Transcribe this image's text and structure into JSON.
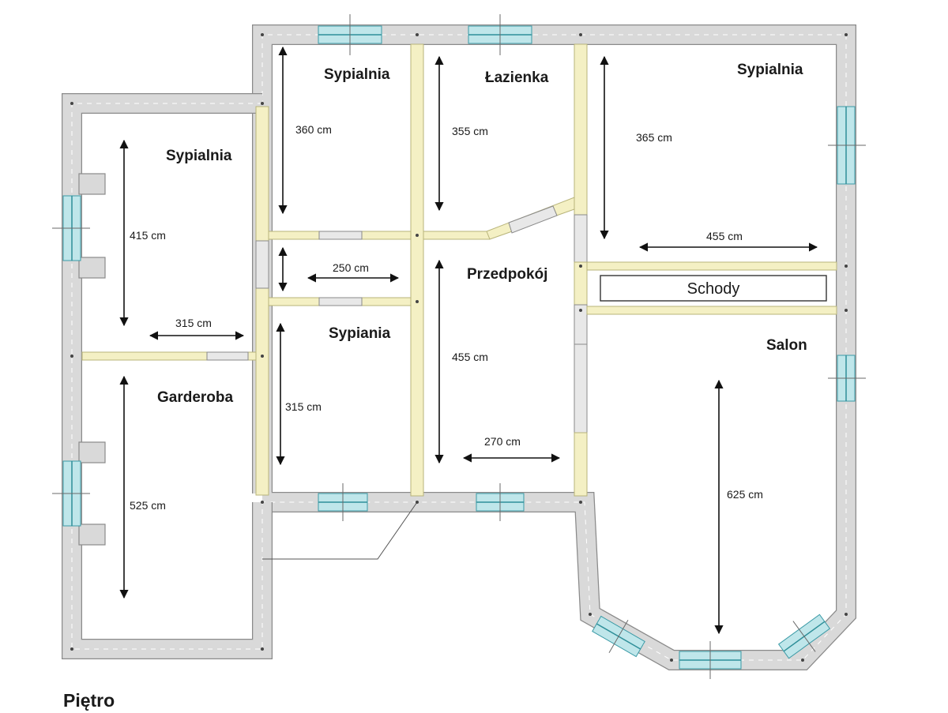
{
  "floor_label": "Piętro",
  "rooms": {
    "bedroom_top_left": "Sypialnia",
    "bathroom": "Łazienka",
    "bedroom_top_right": "Sypialnia",
    "bedroom_left": "Sypialnia",
    "hallway": "Przedpokój",
    "bedroom_middle": "Sypiania",
    "wardrobe": "Garderoba",
    "living_room": "Salon",
    "stairs": "Schody"
  },
  "dimensions": {
    "d1": "360 cm",
    "d2": "355 cm",
    "d3": "365 cm",
    "d4": "415 cm",
    "d5": "250 cm",
    "d6": "455 cm",
    "d7": "315 cm",
    "d8": "315 cm",
    "d9": "455 cm",
    "d10": "270 cm",
    "d11": "625 cm",
    "d12": "525 cm"
  },
  "colors": {
    "wall_fill": "#d9d9d9",
    "partition_fill": "#f4f0c4",
    "window_glass": "#bfe6ea"
  }
}
